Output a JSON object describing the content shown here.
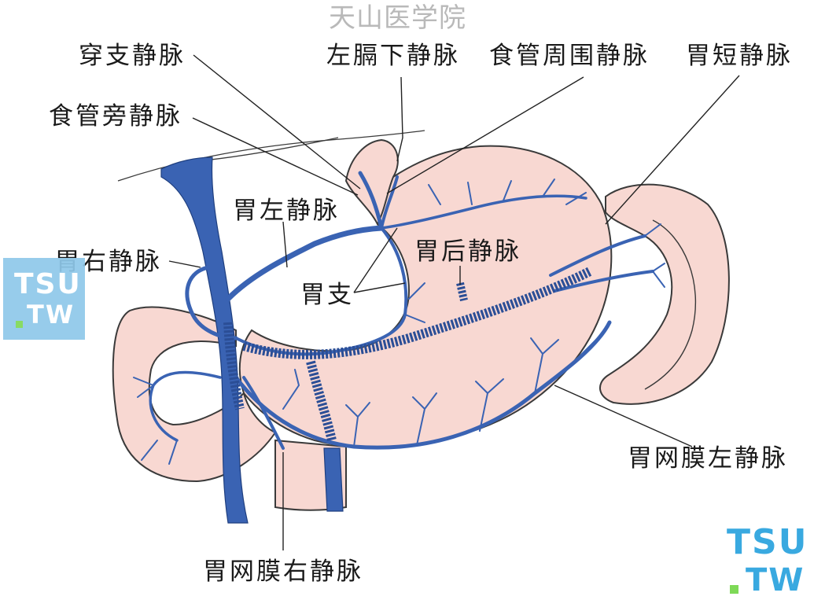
{
  "watermark": {
    "title": "天山医学院"
  },
  "labels": {
    "perforating": "穿支静脉",
    "left_phrenic": "左膈下静脉",
    "periesophageal": "食管周围静脉",
    "short_gastric": "胃短静脉",
    "paraesophageal": "食管旁静脉",
    "left_gastric": "胃左静脉",
    "right_gastric": "胃右静脉",
    "posterior_gastric": "胃后静脉",
    "gastric_branch": "胃支",
    "left_gastroepiploic": "胃网膜左静脉",
    "right_gastroepiploic": "胃网膜右静脉"
  },
  "logos": {
    "left": {
      "line1": "TSU",
      "line2": "TW"
    },
    "right": {
      "line1": "TSU",
      "line2": "TW"
    }
  },
  "colors": {
    "vein": "#3a63b3",
    "vein_dark": "#1f3f7f",
    "organ": "#f8d8d2",
    "outline": "#3a3a3a"
  }
}
